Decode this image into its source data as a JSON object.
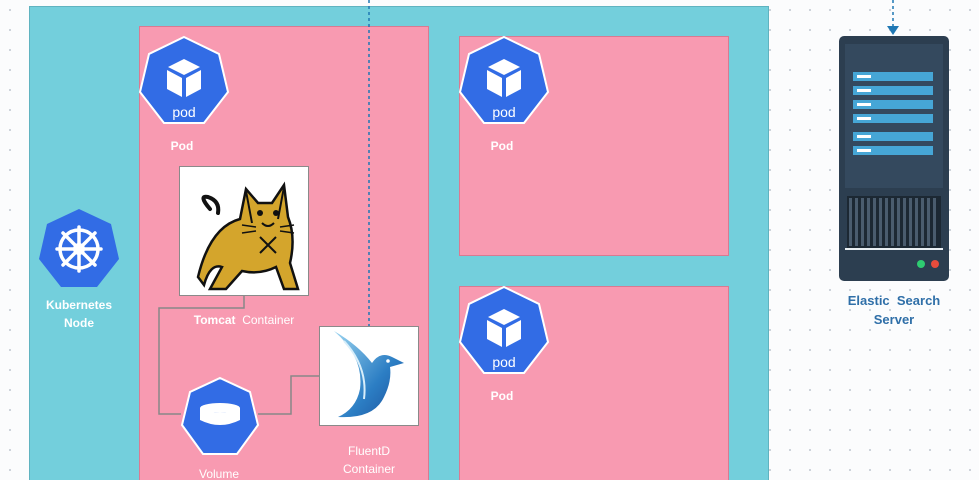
{
  "node": {
    "label_line1": "Kubernetes",
    "label_line2": "Node",
    "icon": "helm-wheel-icon"
  },
  "pods": [
    {
      "icon_text": "pod",
      "label": "Pod"
    },
    {
      "icon_text": "pod",
      "label": "Pod"
    },
    {
      "icon_text": "pod",
      "label": "Pod"
    }
  ],
  "tomcat": {
    "name": "Tomcat",
    "suffix": "Container",
    "icon": "tomcat-cat-icon"
  },
  "fluentd": {
    "line1": "FluentD",
    "line2": "Container",
    "icon": "fluentd-bird-icon"
  },
  "volume": {
    "label": "Volume",
    "icon": "volume-disk-icon"
  },
  "server": {
    "line1": "Elastic  Search",
    "line2": "Server",
    "icon": "server-rack-icon"
  },
  "colors": {
    "node": "#73cfdc",
    "pod": "#f89ab1",
    "k8s_blue": "#326ce5",
    "server_dark": "#2c3e50",
    "label_blue": "#2f6fa8"
  }
}
